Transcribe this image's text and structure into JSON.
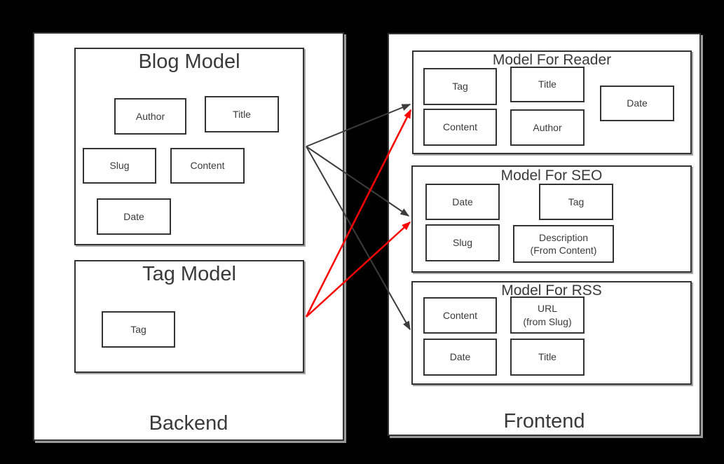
{
  "diagram": {
    "backend": {
      "label": "Backend",
      "blog_model": {
        "title": "Blog Model",
        "fields": [
          {
            "label": "Author"
          },
          {
            "label": "Title"
          },
          {
            "label": "Slug"
          },
          {
            "label": "Content"
          },
          {
            "label": "Date"
          }
        ]
      },
      "tag_model": {
        "title": "Tag Model",
        "fields": [
          {
            "label": "Tag"
          }
        ]
      }
    },
    "frontend": {
      "label": "Frontend",
      "reader": {
        "title": "Model For Reader",
        "fields": [
          {
            "label": "Tag"
          },
          {
            "label": "Title"
          },
          {
            "label": "Date"
          },
          {
            "label": "Content"
          },
          {
            "label": "Author"
          }
        ]
      },
      "seo": {
        "title": "Model For SEO",
        "fields": [
          {
            "label": "Date"
          },
          {
            "label": "Tag"
          },
          {
            "label": "Slug"
          },
          {
            "label": "Description",
            "sub": "(From Content)"
          }
        ]
      },
      "rss": {
        "title": "Model For RSS",
        "fields": [
          {
            "label": "Content"
          },
          {
            "label": "URL",
            "sub": "(from Slug)"
          },
          {
            "label": "Date"
          },
          {
            "label": "Title"
          }
        ]
      }
    },
    "connections": [
      {
        "from": "Blog Model",
        "to": "Model For Reader",
        "color": "black"
      },
      {
        "from": "Blog Model",
        "to": "Model For SEO",
        "color": "black"
      },
      {
        "from": "Blog Model",
        "to": "Model For RSS",
        "color": "black"
      },
      {
        "from": "Tag Model",
        "to": "Model For Reader",
        "color": "red"
      },
      {
        "from": "Tag Model",
        "to": "Model For SEO",
        "color": "red"
      }
    ],
    "colors": {
      "background": "#000000",
      "panel_fill": "#ffffff",
      "stroke": "#333333",
      "arrow_black": "#3c3c3c",
      "arrow_red": "#ff0000",
      "shadow": "#9a9a9a"
    }
  }
}
